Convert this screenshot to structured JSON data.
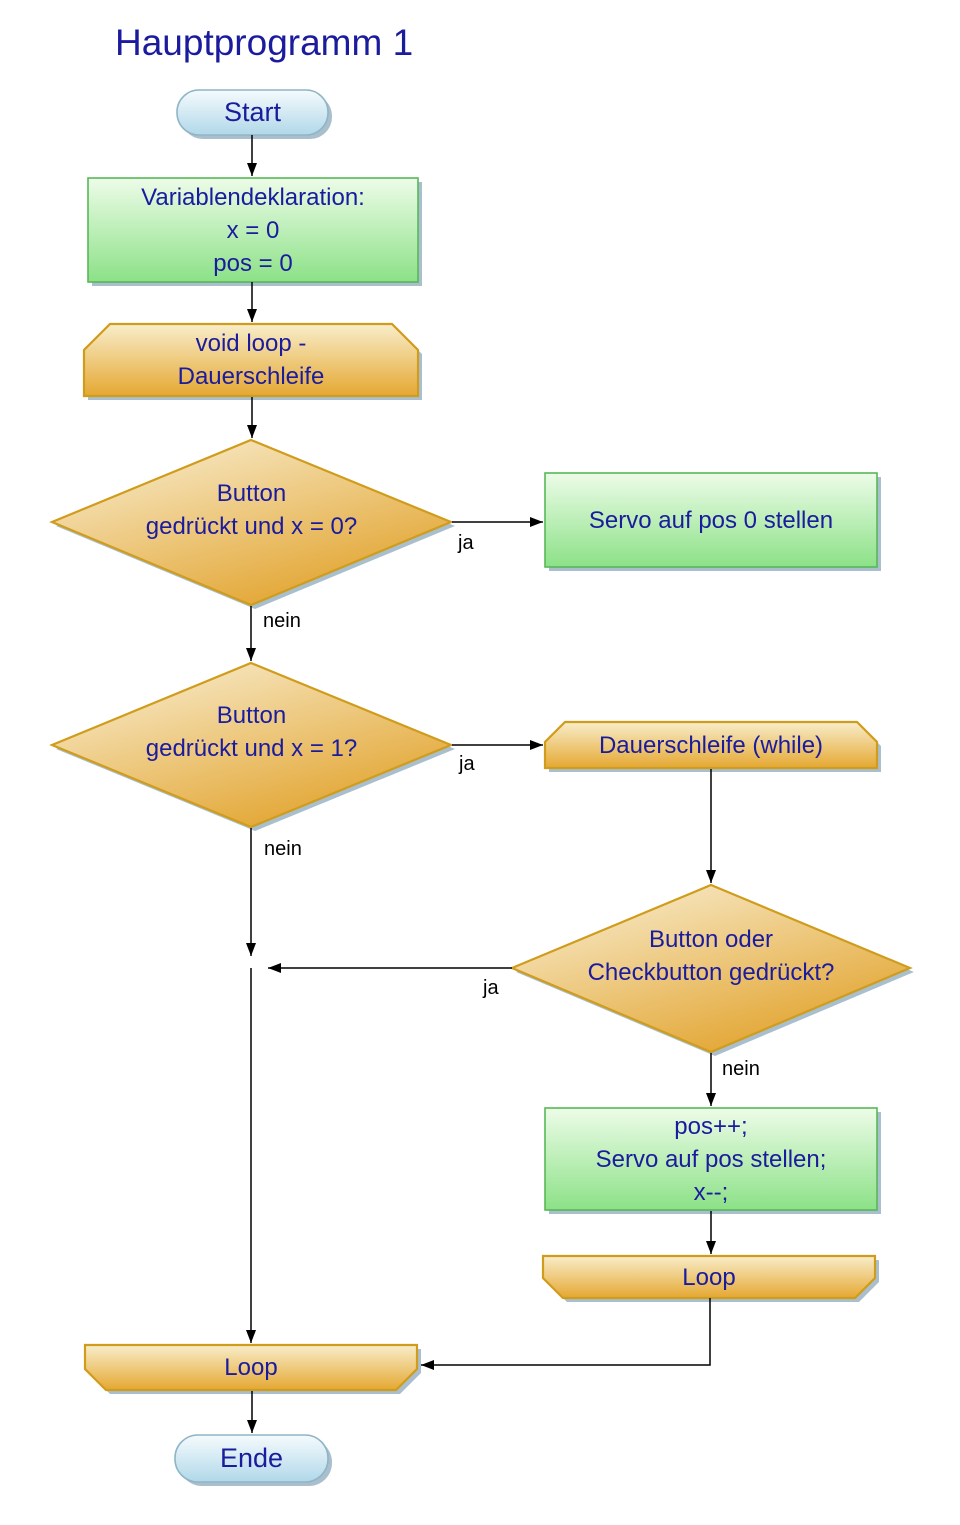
{
  "title": "Hauptprogramm 1",
  "nodes": {
    "start": {
      "type": "terminator",
      "label": "Start"
    },
    "vars": {
      "type": "process",
      "lines": [
        "Variablendeklaration:",
        "x = 0",
        "pos = 0"
      ]
    },
    "voidloop": {
      "type": "loop-start",
      "lines": [
        "void loop -",
        "Dauerschleife"
      ]
    },
    "decision1": {
      "type": "decision",
      "lines": [
        "Button",
        "gedrückt und x = 0?"
      ]
    },
    "servo0": {
      "type": "process",
      "label": "Servo auf pos 0 stellen"
    },
    "decision2": {
      "type": "decision",
      "lines": [
        "Button",
        "gedrückt und x = 1?"
      ]
    },
    "while": {
      "type": "loop-start",
      "label": "Dauerschleife (while)"
    },
    "decision3": {
      "type": "decision",
      "lines": [
        "Button oder",
        "Checkbutton gedrückt?"
      ]
    },
    "posinc": {
      "type": "process",
      "lines": [
        "pos++;",
        "Servo auf pos stellen;",
        "x--;"
      ]
    },
    "loop_inner": {
      "type": "loop-end",
      "label": "Loop"
    },
    "loop_outer": {
      "type": "loop-end",
      "label": "Loop"
    },
    "ende": {
      "type": "terminator",
      "label": "Ende"
    }
  },
  "edge_labels": {
    "d1_ja": "ja",
    "d1_nein": "nein",
    "d2_ja": "ja",
    "d2_nein": "nein",
    "d3_ja": "ja",
    "d3_nein": "nein"
  },
  "colors": {
    "text_navy": "#1b1b9e",
    "edge_label_black": "#000000",
    "terminator_fill_top": "#f5fbfd",
    "terminator_fill_bottom": "#b1d8e9",
    "terminator_border": "#8fb5c6",
    "process_fill_top": "#edfce8",
    "process_fill_bottom": "#8ce187",
    "process_border": "#58b858",
    "loop_fill_top": "#f8edca",
    "loop_fill_bottom": "#e5a832",
    "loop_border": "#d09c1c",
    "shadow": "#a9bfcd",
    "connector": "#000000"
  }
}
